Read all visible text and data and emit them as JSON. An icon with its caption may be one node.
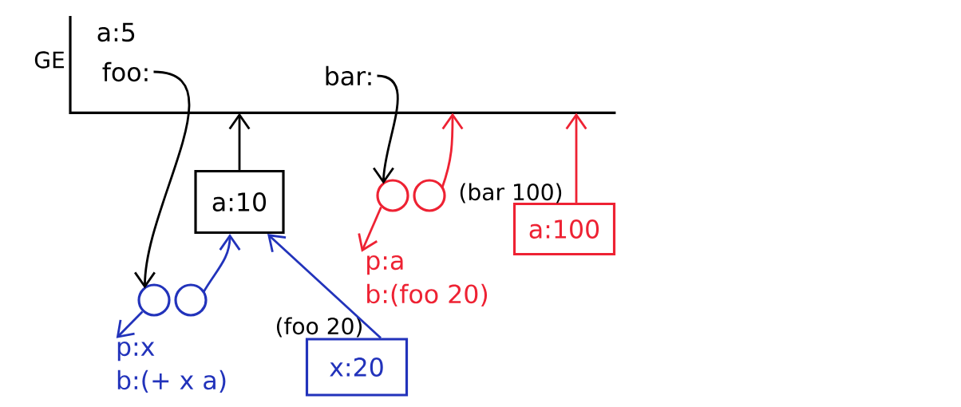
{
  "diagram": {
    "nodes": [
      {
        "text": [
          "a:5"
        ],
        "beside": [
          "GE"
        ]
      },
      {
        "text": [
          "foo:"
        ],
        "in": 0
      },
      {
        "text": [
          "bar:"
        ],
        "in": 0
      },
      {
        "text": [
          "a:10"
        ]
      },
      {
        "text": [],
        "shape": "circle"
      },
      {
        "text": [],
        "shape": "circle"
      },
      {
        "text": [
          "p:x",
          "b:(+ x a)"
        ]
      },
      {
        "text": [
          "p:a",
          "b:(foo 20)"
        ]
      },
      {
        "text": [
          "x:20"
        ],
        "beside": [
          "(foo 20)"
        ]
      },
      {
        "text": [
          "a:100"
        ],
        "beside": [
          "(bar 100)"
        ]
      }
    ],
    "edges": [
      {
        "from": 1,
        "to": 4,
        "arrow": "to"
      },
      {
        "from": 3,
        "to": 0,
        "arrow": "to"
      },
      {
        "from": 4,
        "to": 3,
        "arrow": "to",
        "color": "#2233bb"
      },
      {
        "from": 4,
        "to": 6,
        "arrow": "to",
        "color": "#2233bb"
      },
      {
        "from": 8,
        "to": 3,
        "arrow": "to",
        "color": "#2233bb"
      },
      {
        "from": 2,
        "to": 5,
        "arrow": "to"
      },
      {
        "from": 5,
        "to": 0,
        "arrow": "to",
        "color": "#ee2233"
      },
      {
        "from": 5,
        "to": 7,
        "arrow": "to",
        "color": "#ee2233"
      },
      {
        "from": 9,
        "to": 0,
        "arrow": "to",
        "color": "#ee2233"
      }
    ]
  }
}
